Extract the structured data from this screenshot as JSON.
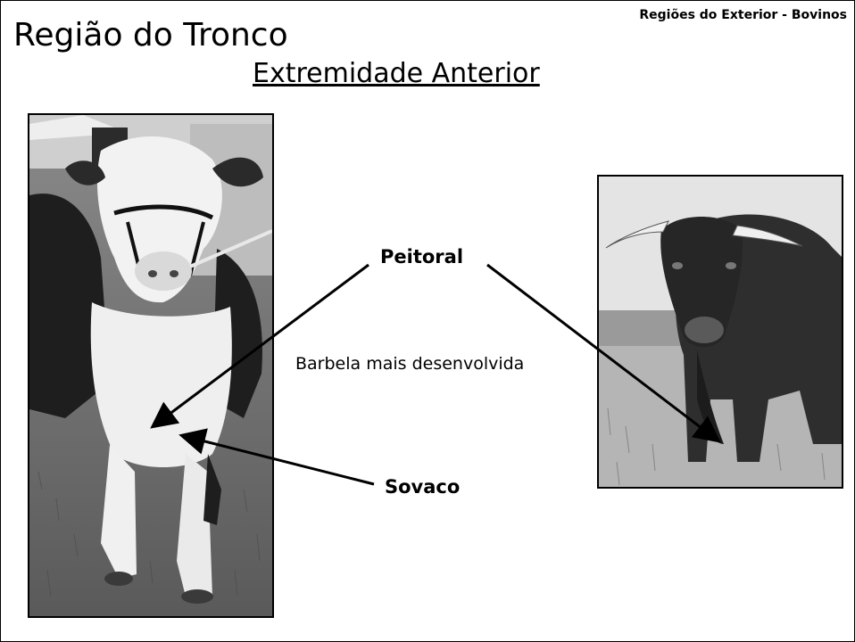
{
  "header": {
    "tag": "Regiões do Exterior - Bovinos"
  },
  "slide": {
    "title": "Região do Tronco",
    "subtitle": "Extremidade Anterior"
  },
  "labels": {
    "peitoral": "Peitoral",
    "sovaco": "Sovaco",
    "note": "Barbela mais desenvolvida"
  },
  "images": {
    "left": "hereford-bull-photo",
    "right": "dark-horned-bull-photo"
  }
}
